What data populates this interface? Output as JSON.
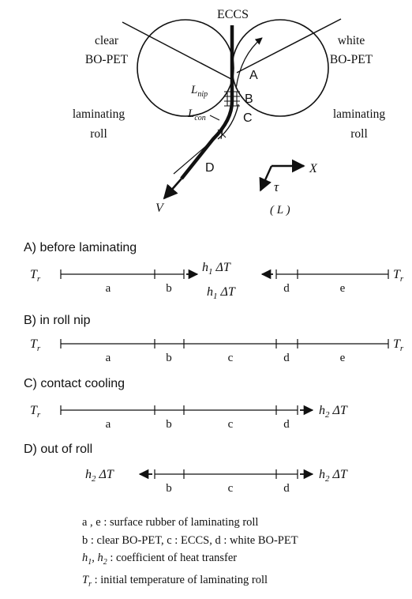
{
  "top_diagram": {
    "eccs": "ECCS",
    "left_film": [
      "clear",
      "BO-PET"
    ],
    "right_film": [
      "white",
      "BO-PET"
    ],
    "left_roll": [
      "laminating",
      "roll"
    ],
    "right_roll": [
      "laminating",
      "roll"
    ],
    "region_A": "A",
    "region_B": "B",
    "region_C": "C",
    "region_D": "D",
    "l_nip": "L",
    "l_nip_sub": "nip",
    "l_con": "L",
    "l_con_sub": "con",
    "v": "V",
    "axis_x": "X",
    "axis_tau": "τ",
    "axis_l": "( L )"
  },
  "stages": {
    "a": {
      "title": "A) before laminating",
      "tr_left": "T",
      "tr_left_sub": "r",
      "tr_right": "T",
      "tr_right_sub": "r",
      "seg_a": "a",
      "seg_b": "b",
      "seg_d": "d",
      "seg_e": "e",
      "flux1_h": "h",
      "flux1_sub": "1",
      "flux1_rest": "ΔT",
      "flux2_h": "h",
      "flux2_sub": "1",
      "flux2_rest": "ΔT"
    },
    "b": {
      "title": "B) in roll nip",
      "tr_left": "T",
      "tr_left_sub": "r",
      "tr_right": "T",
      "tr_right_sub": "r",
      "seg_a": "a",
      "seg_b": "b",
      "seg_c": "c",
      "seg_d": "d",
      "seg_e": "e"
    },
    "c": {
      "title": "C) contact cooling",
      "tr_left": "T",
      "tr_left_sub": "r",
      "seg_a": "a",
      "seg_b": "b",
      "seg_c": "c",
      "seg_d": "d",
      "flux_h": "h",
      "flux_sub": "2",
      "flux_rest": "ΔT"
    },
    "d": {
      "title": "D) out of roll",
      "seg_b": "b",
      "seg_c": "c",
      "seg_d": "d",
      "flux_left_h": "h",
      "flux_left_sub": "2",
      "flux_left_rest": "ΔT",
      "flux_right_h": "h",
      "flux_right_sub": "2",
      "flux_right_rest": "ΔT"
    }
  },
  "legend": {
    "line1": "a , e : surface rubber of laminating roll",
    "line2": "b : clear BO-PET,  c : ECCS,  d : white BO-PET",
    "line3_h1": "h",
    "line3_sub1": "1",
    "line3_sep": ",  ",
    "line3_h2": "h",
    "line3_sub2": "2",
    "line3_rest": " : coefficient of heat transfer",
    "line4_t": "T",
    "line4_sub": "r",
    "line4_rest": "  : initial temperature of laminating roll"
  }
}
